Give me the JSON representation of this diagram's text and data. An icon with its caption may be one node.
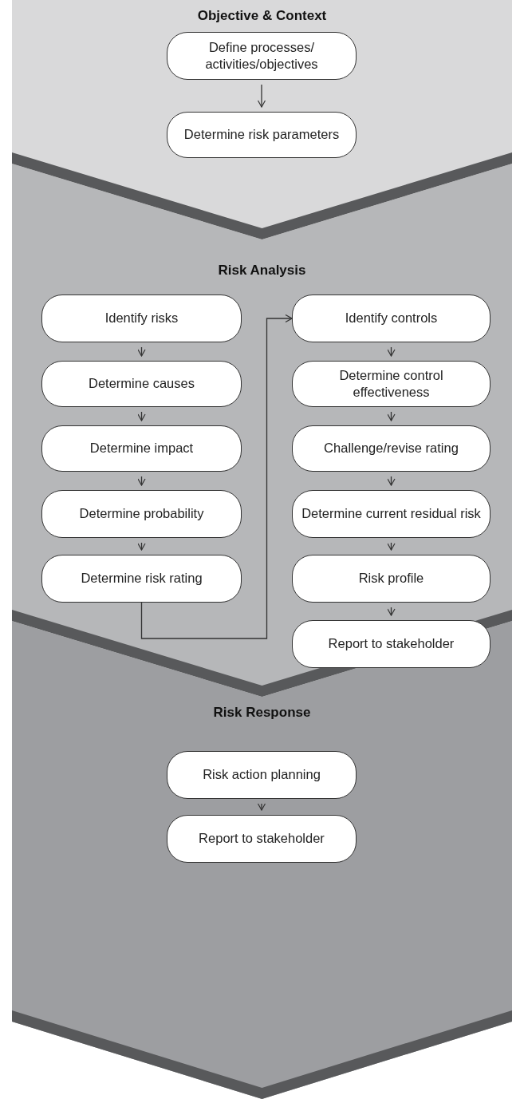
{
  "diagram": {
    "nodes": [
      {
        "text": [
          "Objective & Context"
        ]
      },
      {
        "text": [
          "Define processes/ activities/objectives"
        ],
        "in": 0
      },
      {
        "text": [
          "Determine risk parameters"
        ],
        "in": 0
      },
      {
        "text": [
          "Risk Analysis"
        ]
      },
      {
        "text": [
          "Identify risks"
        ],
        "in": 3
      },
      {
        "text": [
          "Determine causes"
        ],
        "in": 3
      },
      {
        "text": [
          "Determine impact"
        ],
        "in": 3
      },
      {
        "text": [
          "Determine probability"
        ],
        "in": 3
      },
      {
        "text": [
          "Determine risk rating"
        ],
        "in": 3
      },
      {
        "text": [
          "Identify controls"
        ],
        "in": 3
      },
      {
        "text": [
          "Determine control effectiveness"
        ],
        "in": 3
      },
      {
        "text": [
          "Challenge/revise rating"
        ],
        "in": 3
      },
      {
        "text": [
          "Determine current residual risk"
        ],
        "in": 3
      },
      {
        "text": [
          "Risk profile"
        ],
        "in": 3
      },
      {
        "text": [
          "Report to stakeholder"
        ],
        "in": 3
      },
      {
        "text": [
          "Risk Response"
        ]
      },
      {
        "text": [
          "Risk action planning"
        ],
        "in": 15
      },
      {
        "text": [
          "Report to stakeholder"
        ],
        "in": 15
      }
    ],
    "edges": [
      {
        "from": 1,
        "to": 2,
        "arrow": "to"
      },
      {
        "from": 4,
        "to": 5,
        "arrow": "to"
      },
      {
        "from": 5,
        "to": 6,
        "arrow": "to"
      },
      {
        "from": 6,
        "to": 7,
        "arrow": "to"
      },
      {
        "from": 7,
        "to": 8,
        "arrow": "to"
      },
      {
        "from": 8,
        "to": 9,
        "arrow": "to"
      },
      {
        "from": 9,
        "to": 10,
        "arrow": "to"
      },
      {
        "from": 10,
        "to": 11,
        "arrow": "to"
      },
      {
        "from": 11,
        "to": 12,
        "arrow": "to"
      },
      {
        "from": 12,
        "to": 13,
        "arrow": "to"
      },
      {
        "from": 13,
        "to": 14,
        "arrow": "to"
      },
      {
        "from": 16,
        "to": 17,
        "arrow": "to"
      }
    ]
  }
}
